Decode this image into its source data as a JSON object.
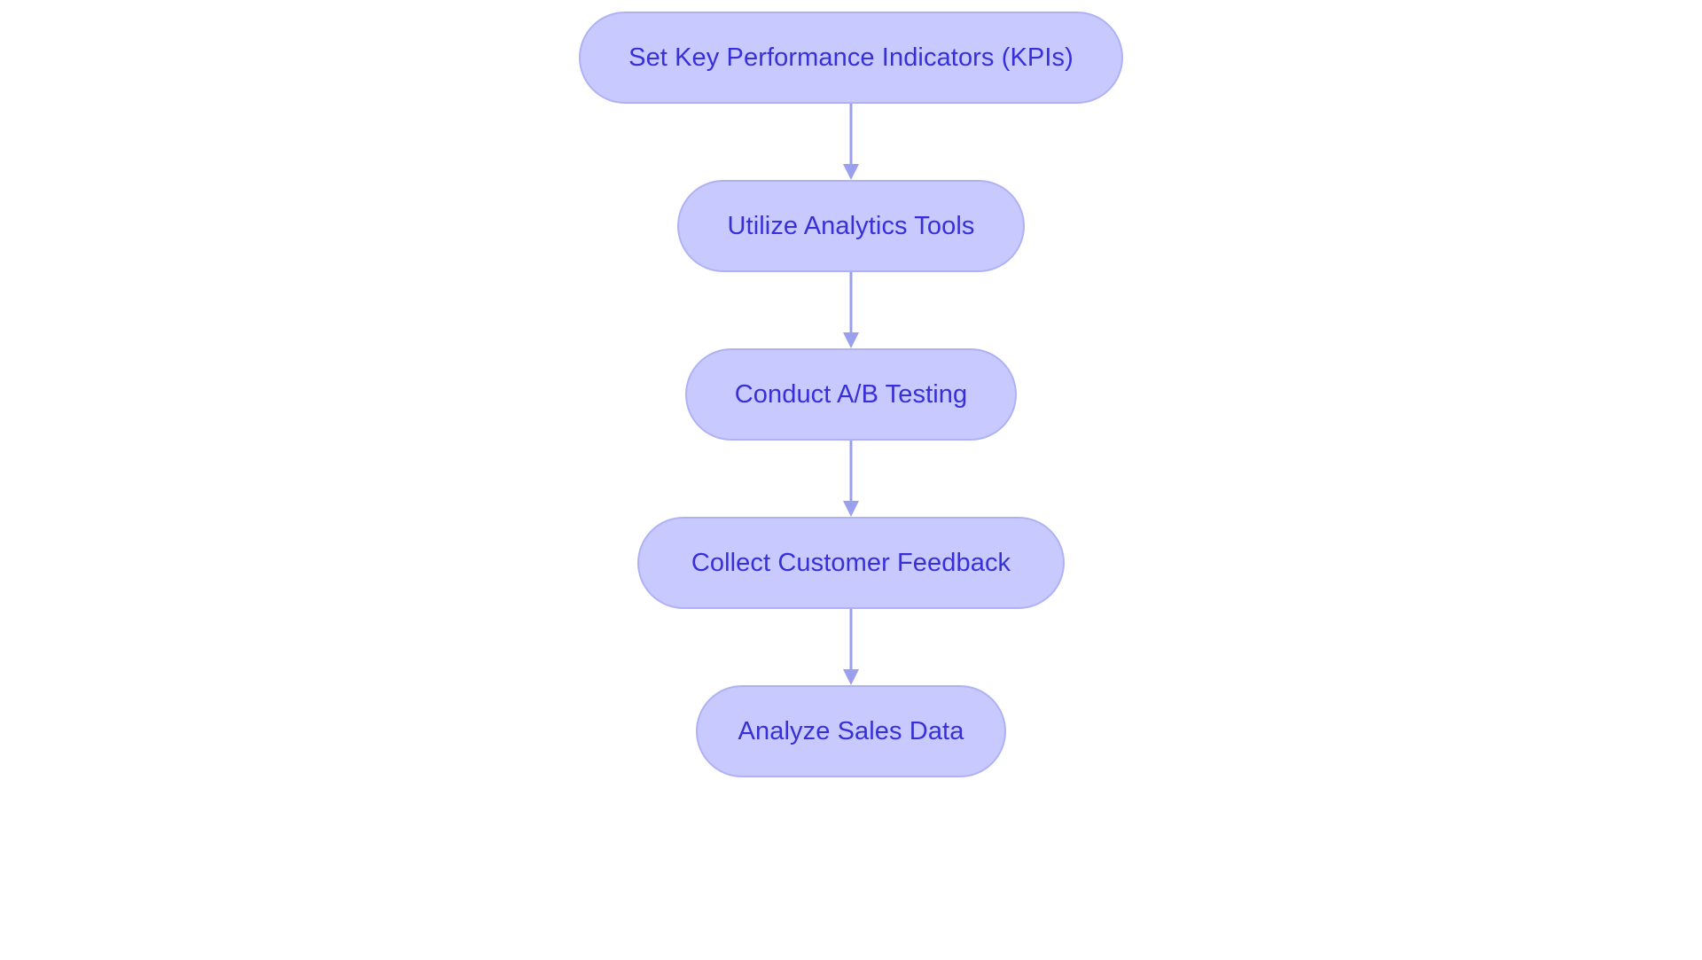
{
  "diagram": {
    "type": "flowchart",
    "orientation": "top-to-bottom",
    "background_color": "#ffffff",
    "node_fill_color": "#c8caff",
    "node_border_color": "#aeb2f5",
    "node_text_color": "#3730d8",
    "connector_color": "#9aa0ee",
    "node_shape": "pill",
    "nodes": [
      {
        "id": "node-1",
        "label": "Set Key Performance Indicators (KPIs)"
      },
      {
        "id": "node-2",
        "label": "Utilize Analytics Tools"
      },
      {
        "id": "node-3",
        "label": "Conduct A/B Testing"
      },
      {
        "id": "node-4",
        "label": "Collect Customer Feedback"
      },
      {
        "id": "node-5",
        "label": "Analyze Sales Data"
      }
    ],
    "connectors": [
      {
        "id": "arrow-1",
        "from": "node-1",
        "to": "node-2",
        "style": "solid-arrow-down"
      },
      {
        "id": "arrow-2",
        "from": "node-2",
        "to": "node-3",
        "style": "solid-arrow-down"
      },
      {
        "id": "arrow-3",
        "from": "node-3",
        "to": "node-4",
        "style": "solid-arrow-down"
      },
      {
        "id": "arrow-4",
        "from": "node-4",
        "to": "node-5",
        "style": "solid-arrow-down"
      }
    ]
  }
}
